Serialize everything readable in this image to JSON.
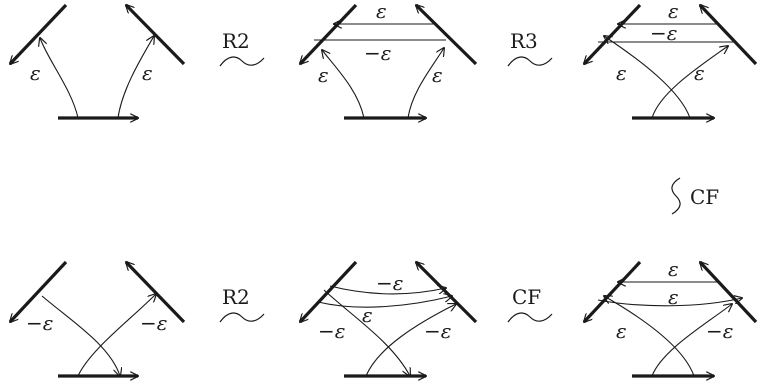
{
  "labels": {
    "eps": "ε",
    "neg_eps": "−ε"
  },
  "operators": {
    "r2": "R2",
    "r3": "R3",
    "cf": "CF"
  }
}
